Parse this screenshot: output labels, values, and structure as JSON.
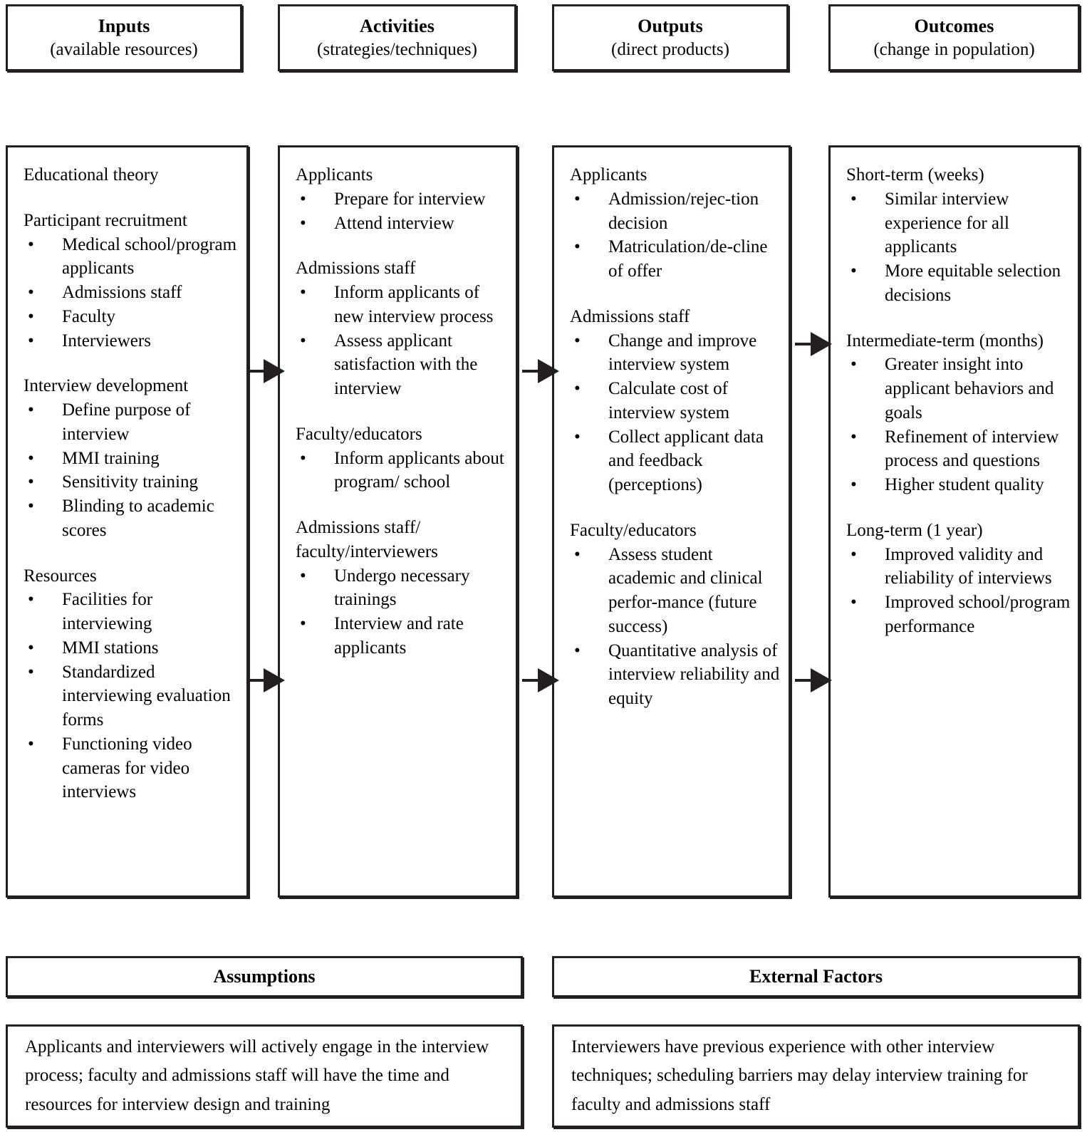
{
  "headers": [
    {
      "title": "Inputs",
      "subtitle": "(available resources)"
    },
    {
      "title": "Activities",
      "subtitle": "(strategies/techniques)"
    },
    {
      "title": "Outputs",
      "subtitle": "(direct products)"
    },
    {
      "title": "Outcomes",
      "subtitle": "(change in population)"
    }
  ],
  "bullet_glyph": "•",
  "columns": {
    "inputs": {
      "groups": [
        {
          "heading": "Educational theory",
          "items": []
        },
        {
          "heading": "Participant recruitment",
          "items": [
            "Medical school/program applicants",
            "Admissions staff",
            "Faculty",
            "Interviewers"
          ]
        },
        {
          "heading": "Interview development",
          "items": [
            "Define purpose of interview",
            "MMI training",
            "Sensitivity training",
            "Blinding to academic scores"
          ]
        },
        {
          "heading": "Resources",
          "items": [
            "Facilities for interviewing",
            "MMI stations",
            "Standardized interviewing evaluation forms",
            "Functioning video cameras for video interviews"
          ]
        }
      ]
    },
    "activities": {
      "groups": [
        {
          "heading": "Applicants",
          "items": [
            "Prepare for interview",
            "Attend interview"
          ]
        },
        {
          "heading": "Admissions staff",
          "items": [
            "Inform applicants of new interview process",
            "Assess applicant satisfaction with the interview"
          ]
        },
        {
          "heading": "Faculty/educators",
          "items": [
            "Inform applicants about program/ school"
          ]
        },
        {
          "heading": "Admissions staff/ faculty/interviewers",
          "items": [
            "Undergo necessary trainings",
            "Interview and rate applicants"
          ]
        }
      ]
    },
    "outputs": {
      "groups": [
        {
          "heading": "Applicants",
          "items": [
            "Admission/rejec-tion decision",
            "Matriculation/de-cline of offer"
          ]
        },
        {
          "heading": "Admissions staff",
          "items": [
            "Change and improve interview system",
            "Calculate cost of interview system",
            "Collect applicant data and feedback (perceptions)"
          ]
        },
        {
          "heading": "Faculty/educators",
          "items": [
            "Assess student academic and clinical perfor-mance (future success)",
            "Quantitative analysis of interview reliability and equity"
          ]
        }
      ]
    },
    "outcomes": {
      "groups": [
        {
          "heading": "Short-term (weeks)",
          "items": [
            "Similar interview experience for all applicants",
            "More equitable selection decisions"
          ]
        },
        {
          "heading": "Intermediate-term (months)",
          "items": [
            "Greater insight into applicant behaviors and goals",
            "Refinement of interview process and questions",
            "Higher student quality"
          ]
        },
        {
          "heading": "Long-term (1 year)",
          "items": [
            "Improved validity and reliability of interviews",
            "Improved school/program performance"
          ]
        }
      ]
    }
  },
  "bottom": {
    "assumptions": {
      "title": "Assumptions",
      "text": "Applicants and interviewers will actively engage in the interview process; faculty and admissions staff will have the time and resources for interview design and training"
    },
    "external_factors": {
      "title": "External Factors",
      "text": "Interviewers have previous experience with other interview techniques; scheduling barriers may delay interview training for faculty and admissions staff"
    }
  },
  "colors": {
    "ink": "#231f20",
    "paper": "#ffffff"
  }
}
